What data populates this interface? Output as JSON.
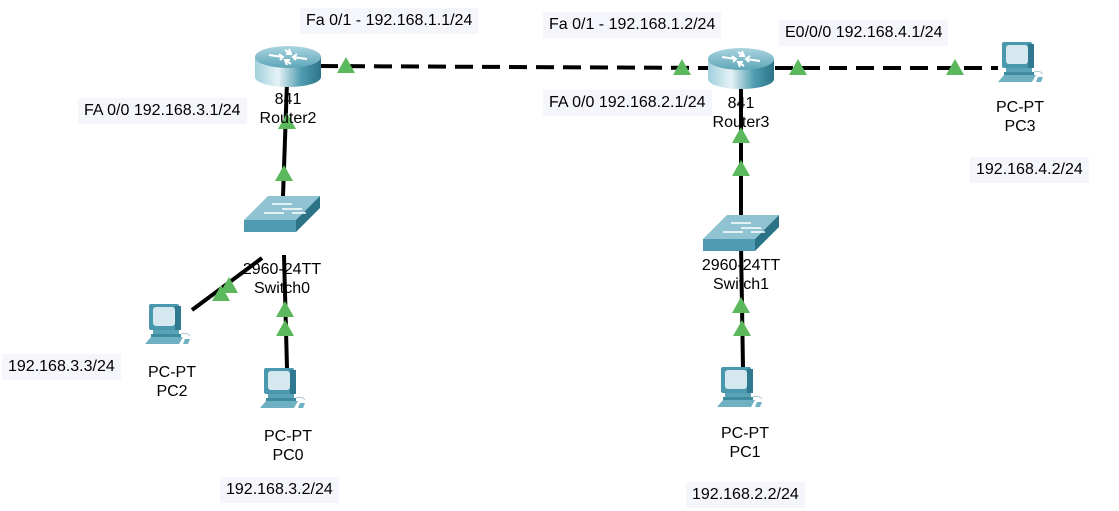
{
  "topology": {
    "devices": [
      {
        "id": "router2",
        "type": "router",
        "model": "841",
        "name": "Router2"
      },
      {
        "id": "router3",
        "type": "router",
        "model": "841",
        "name": "Router3"
      },
      {
        "id": "switch0",
        "type": "switch",
        "model": "2960-24TT",
        "name": "Switch0"
      },
      {
        "id": "switch1",
        "type": "switch",
        "model": "2960-24TT",
        "name": "Switch1"
      },
      {
        "id": "pc0",
        "type": "pc",
        "model": "PC-PT",
        "name": "PC0"
      },
      {
        "id": "pc1",
        "type": "pc",
        "model": "PC-PT",
        "name": "PC1"
      },
      {
        "id": "pc2",
        "type": "pc",
        "model": "PC-PT",
        "name": "PC2"
      },
      {
        "id": "pc3",
        "type": "pc",
        "model": "PC-PT",
        "name": "PC3"
      }
    ],
    "links": [
      {
        "from": "router2",
        "to": "router3",
        "style": "dashed",
        "status": "up"
      },
      {
        "from": "router3",
        "to": "pc3",
        "style": "dashed",
        "status": "up"
      },
      {
        "from": "router2",
        "to": "switch0",
        "style": "solid",
        "status": "up"
      },
      {
        "from": "router3",
        "to": "switch1",
        "style": "solid",
        "status": "up"
      },
      {
        "from": "switch0",
        "to": "pc2",
        "style": "solid",
        "status": "up"
      },
      {
        "from": "switch0",
        "to": "pc0",
        "style": "solid",
        "status": "up"
      },
      {
        "from": "switch1",
        "to": "pc1",
        "style": "solid",
        "status": "up"
      }
    ],
    "notes": {
      "r2_fa01": "Fa 0/1 - 192.168.1.1/24",
      "r3_fa01": "Fa 0/1 - 192.168.1.2/24",
      "r3_e000": "E0/0/0 192.168.4.1/24",
      "r2_fa00": "FA 0/0 192.168.3.1/24",
      "r3_fa00": "FA 0/0 192.168.2.1/24",
      "pc3_ip": "192.168.4.2/24",
      "pc2_ip": "192.168.3.3/24",
      "pc0_ip": "192.168.3.2/24",
      "pc1_ip": "192.168.2.2/24"
    },
    "colors": {
      "link": "#000000",
      "link_up": "#5cb85c",
      "device": "#4a98ad",
      "label_bg": "#f4f6fc"
    }
  }
}
